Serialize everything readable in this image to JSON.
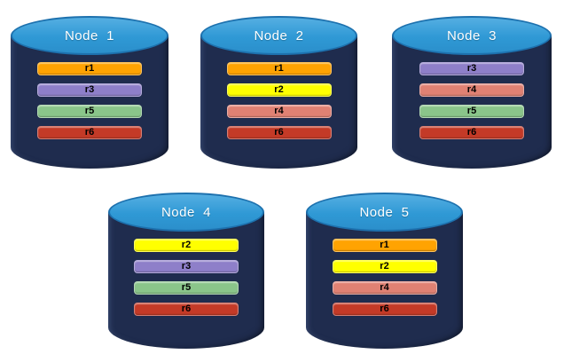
{
  "diagram": {
    "type": "database-replica-distribution",
    "colors": {
      "cylinder_body": "#1F2C4E",
      "cylinder_top": "#2F99D5",
      "cylinder_top_border": "#1D71AE",
      "title_text": "#FFFFFF",
      "bar_text": "#000000",
      "replicas": {
        "r1": "#FFA302",
        "r2": "#FFFF00",
        "r3": "#8E7FC9",
        "r4": "#E08173",
        "r5": "#8AC58A",
        "r6": "#C43A27"
      }
    },
    "nodes": [
      {
        "label": "Node  1",
        "replicas": [
          "r1",
          "r3",
          "r5",
          "r6"
        ]
      },
      {
        "label": "Node  2",
        "replicas": [
          "r1",
          "r2",
          "r4",
          "r6"
        ]
      },
      {
        "label": "Node  3",
        "replicas": [
          "r3",
          "r4",
          "r5",
          "r6"
        ]
      },
      {
        "label": "Node  4",
        "replicas": [
          "r2",
          "r3",
          "r5",
          "r6"
        ]
      },
      {
        "label": "Node  5",
        "replicas": [
          "r1",
          "r2",
          "r4",
          "r6"
        ]
      }
    ]
  }
}
